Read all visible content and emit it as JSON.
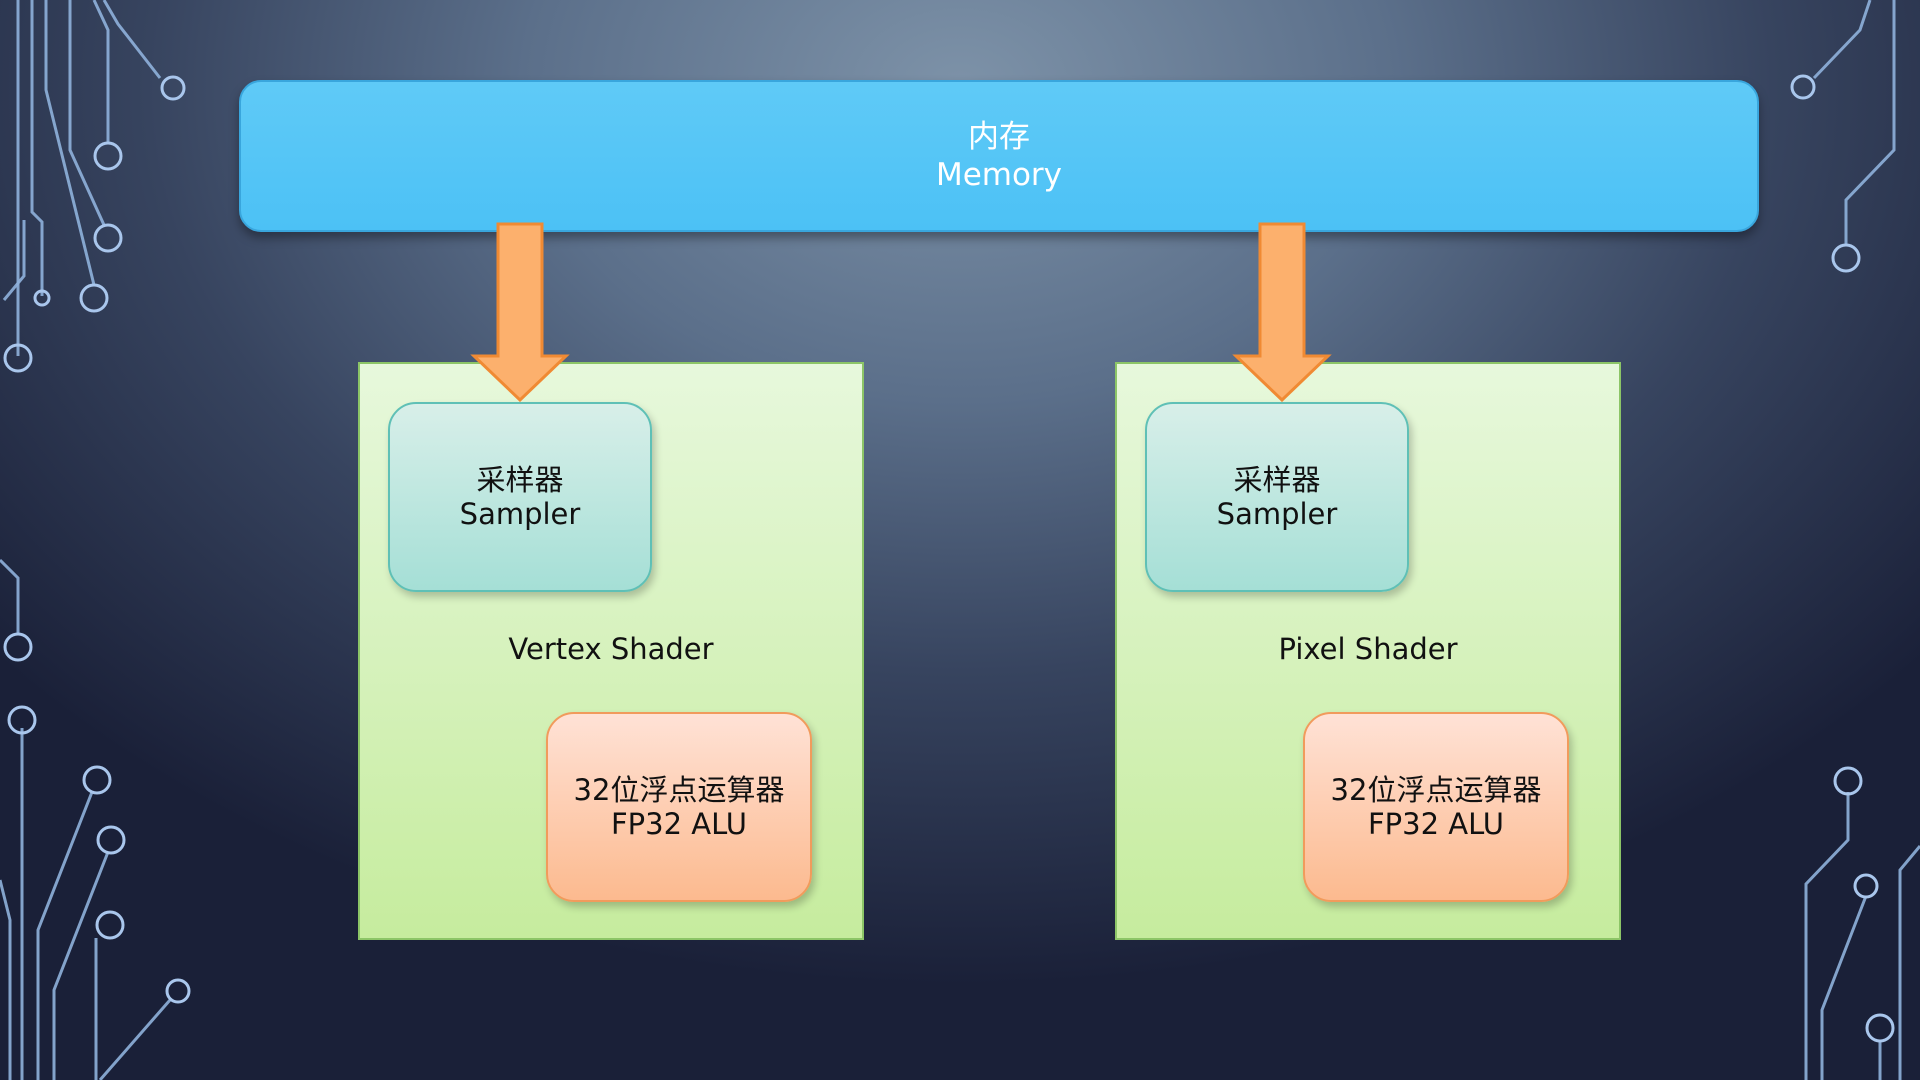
{
  "memory": {
    "title_cn": "内存",
    "title_en": "Memory"
  },
  "vertex_shader": {
    "label": "Vertex Shader",
    "sampler": {
      "cn": "采样器",
      "en": "Sampler"
    },
    "alu": {
      "cn": "32位浮点运算器",
      "en": "FP32 ALU"
    }
  },
  "pixel_shader": {
    "label": "Pixel Shader",
    "sampler": {
      "cn": "采样器",
      "en": "Sampler"
    },
    "alu": {
      "cn": "32位浮点运算器",
      "en": "FP32 ALU"
    }
  },
  "colors": {
    "memory_fill": "#4cc1f5",
    "shader_fill": "#d5f2bb",
    "sampler_fill": "#b9e4dc",
    "alu_fill": "#fdc8a8",
    "arrow_fill": "#fcb06d",
    "circuit_lines": "#8fb1dc"
  }
}
